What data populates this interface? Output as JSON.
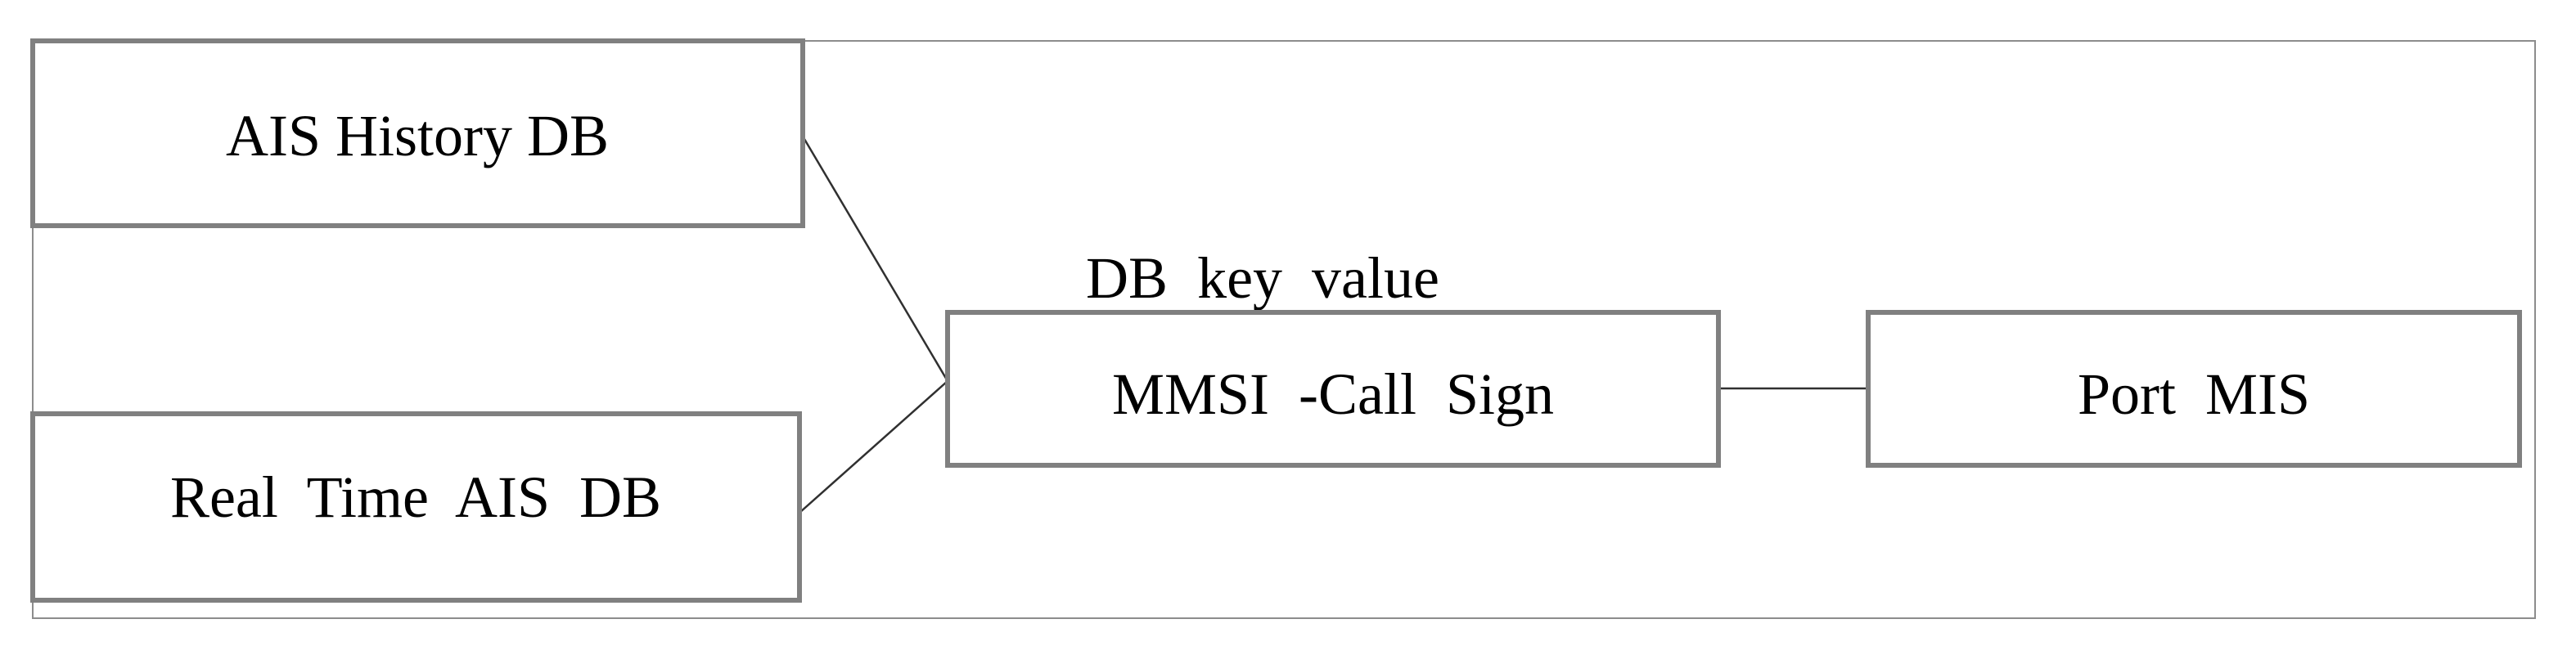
{
  "nodes": {
    "ais_history": {
      "label": "AIS History DB"
    },
    "real_time_ais": {
      "label": "Real  Time  AIS  DB"
    },
    "mmsi_call_sign": {
      "label": "MMSI  -Call  Sign"
    },
    "port_mis": {
      "label": "Port  MIS"
    }
  },
  "annotation": {
    "label": "DB  key  value"
  },
  "colors": {
    "box_border": "#808080",
    "frame_border": "#8c8c8c",
    "connector": "#303030",
    "text": "#000000",
    "background": "#ffffff"
  }
}
